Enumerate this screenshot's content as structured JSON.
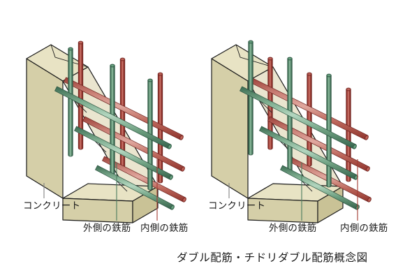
{
  "figure": {
    "caption": "ダブル配筋・チドリダブル配筋概念図",
    "colors": {
      "outer_rebar": "#4a7c5e",
      "outer_rebar_light": "#8fbfa0",
      "inner_rebar": "#a33b32",
      "inner_rebar_light": "#d99a90",
      "concrete_left_face": "#d5cfa8",
      "concrete_top_face": "#e8e3c4",
      "concrete_inner_face": "#eae5cf",
      "concrete_end_face": "#c9c296",
      "outline": "#1a1a1a",
      "leader_gray": "#808080",
      "text": "#1a1a1a",
      "background": "#ffffff"
    },
    "panels": [
      {
        "id": "double-rebar",
        "arrangement": "aligned",
        "labels": {
          "concrete": "コンクリート",
          "outer_rebar": "外側の鉄筋",
          "inner_rebar": "内側の鉄筋"
        },
        "vertical_bar_count": 6,
        "horizontal_bar_rows": 3
      },
      {
        "id": "staggered-double-rebar",
        "arrangement": "staggered",
        "labels": {
          "concrete": "コンクリート",
          "outer_rebar": "外側の鉄筋",
          "inner_rebar": "内側の鉄筋"
        },
        "vertical_bar_count": 6,
        "horizontal_bar_rows": 3
      }
    ]
  }
}
